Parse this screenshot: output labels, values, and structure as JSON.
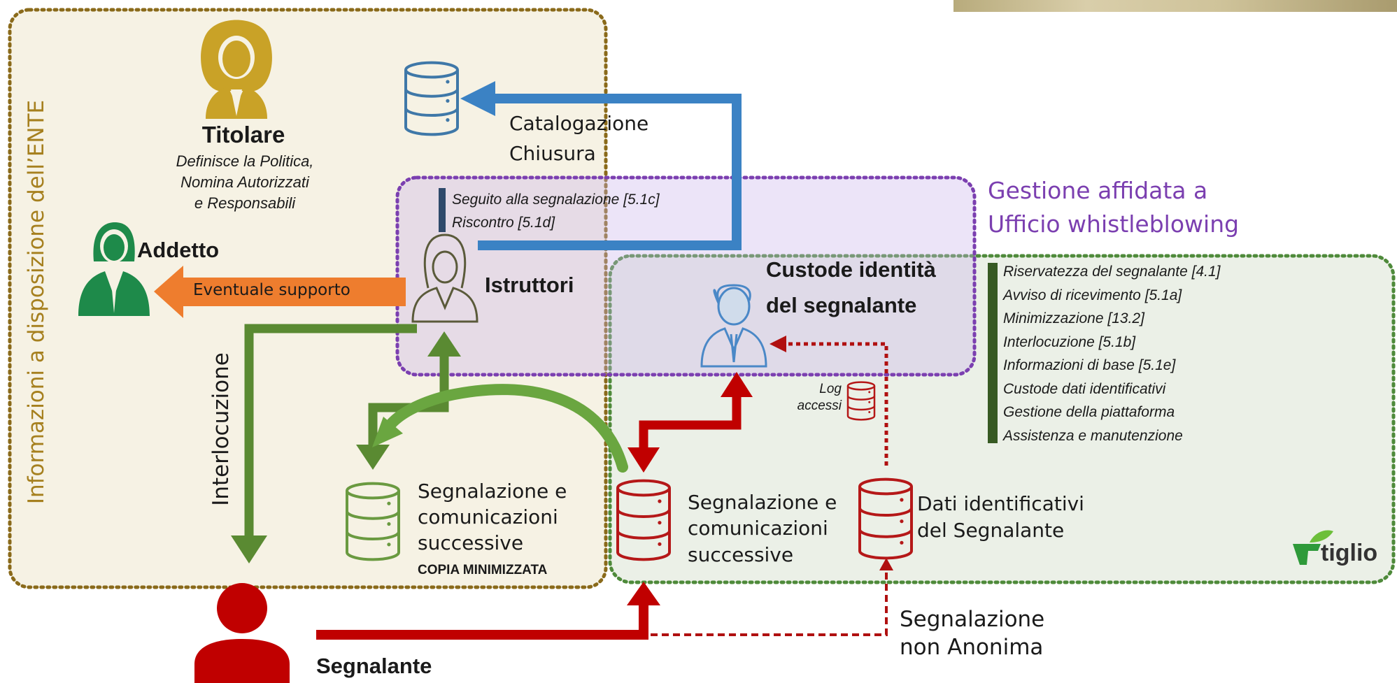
{
  "colors": {
    "ente_bg": "#f6f2e4",
    "ente_border": "#8a6a1a",
    "ufficio_bg": "#ece3f7",
    "ufficio_border": "#7b3fb0",
    "tiglio_bg": "#eaefe6",
    "tiglio_border": "#4e8a3a",
    "titolare_gold": "#c9a227",
    "addetto_green": "#1e8a4a",
    "istruttori_olive": "#5a5a3a",
    "custode_blue": "#4a88c7",
    "segnalante_red": "#c00000",
    "arrow_blue": "#3b82c4",
    "arrow_green": "#5a8a32",
    "arrow_red": "#b01010",
    "arrow_orange": "#ee7d2e",
    "db_blue": "#3f78a8",
    "db_green": "#6a9a40",
    "db_red": "#b51818",
    "purple_text": "#7b3fb0",
    "brown_text": "#a6801f"
  },
  "ente": {
    "label": "Informazioni a disposizione dell’ENTE"
  },
  "titolare": {
    "icon": "female-manager-icon",
    "name": "Titolare",
    "desc": [
      "Definisce la Politica,",
      "Nomina Autorizzati",
      "e Responsabili"
    ]
  },
  "addetto": {
    "icon": "male-employee-icon",
    "name": "Addetto",
    "support_label": "Eventuale supporto"
  },
  "catalog": {
    "icon": "database-icon",
    "lines": [
      "Catalogazione",
      "Chiusura"
    ]
  },
  "ufficio": {
    "lines": [
      "Gestione affidata a",
      "Ufficio whistleblowing"
    ]
  },
  "istruttori": {
    "icon": "female-user-icon",
    "name": "Istruttori",
    "tasks": [
      "Seguito alla segnalazione [5.1c]",
      "Riscontro [5.1d]"
    ]
  },
  "custode": {
    "icon": "male-user-icon",
    "lines": [
      "Custode identità",
      "del segnalante"
    ]
  },
  "tiglio": {
    "tasks": [
      "Riservatezza del segnalante [4.1]",
      "Avviso di ricevimento [5.1a]",
      "Minimizzazione [13.2]",
      "Interlocuzione [5.1b]",
      "Informazioni di base [5.1e]",
      "Custode dati identificativi",
      "Gestione della piattaforma",
      "Assistenza e manutenzione"
    ],
    "logo_text": "tiglio"
  },
  "interlocuzione": {
    "label": "Interlocuzione"
  },
  "copy_db": {
    "icon": "database-icon",
    "lines": [
      "Segnalazione e",
      "comunicazioni",
      "successive"
    ],
    "note": "COPIA MINIMIZZATA"
  },
  "main_db": {
    "icon": "database-icon",
    "lines": [
      "Segnalazione e",
      "comunicazioni",
      "successive"
    ]
  },
  "log": {
    "icon": "database-icon",
    "lines": [
      "Log",
      "accessi"
    ]
  },
  "id_db": {
    "icon": "database-icon",
    "lines": [
      "Dati identificativi",
      "del Segnalante"
    ]
  },
  "non_anon": {
    "lines": [
      "Segnalazione",
      "non Anonima"
    ]
  },
  "segnalante": {
    "icon": "person-icon",
    "name": "Segnalante"
  }
}
